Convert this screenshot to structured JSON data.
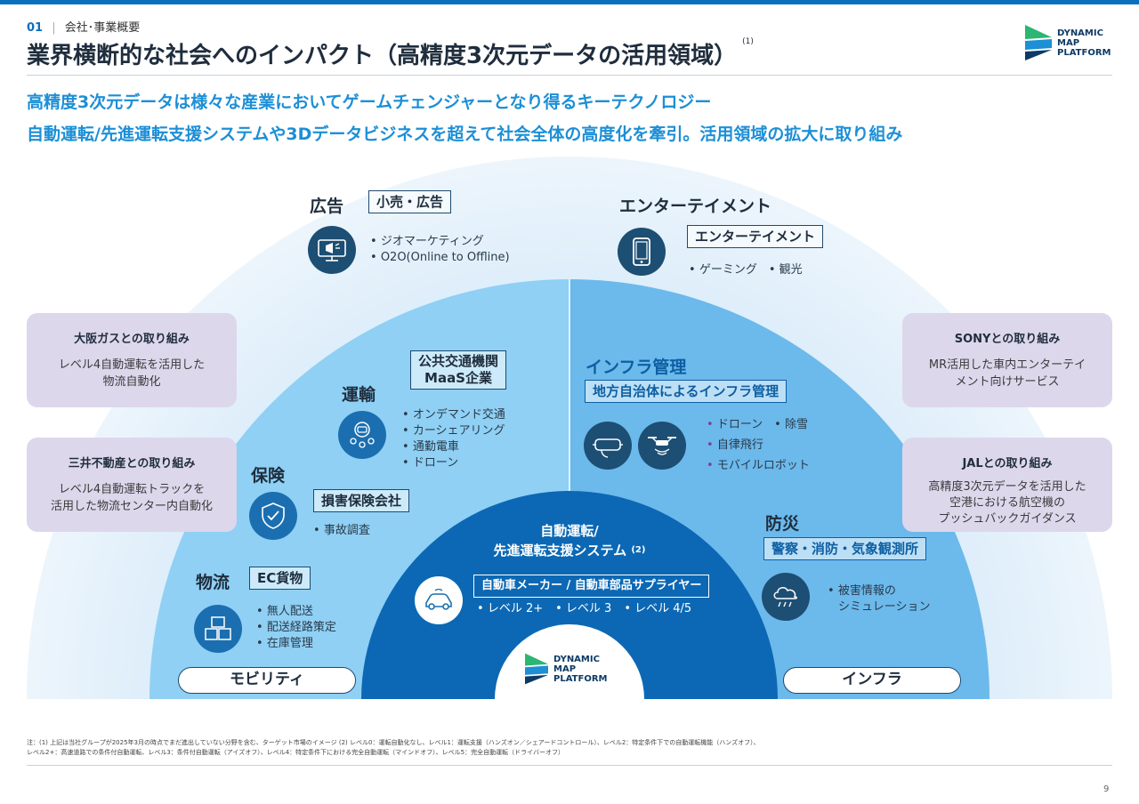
{
  "header": {
    "section_num": "01",
    "section_label": "会社･事業概要",
    "title": "業界横断的な社会へのインパクト（高精度3次元データの活用領域）",
    "title_note": "(1)"
  },
  "logo": {
    "line1": "DYNAMIC",
    "line2": "MAP",
    "line3": "PLATFORM"
  },
  "lead": {
    "line1": "高精度3次元データは様々な産業においてゲームチェンジャーとなり得るキーテクノロジー",
    "line2": "自動運転/先進運転支援システムや3Dデータビジネスを超えて社会全体の高度化を牽引。活用領域の拡大に取り組み"
  },
  "outer": {
    "ad": {
      "title": "広告",
      "box": "小売・広告",
      "items": [
        "ジオマーケティング",
        "O2O(Online to Offline)"
      ],
      "icon": "megaphone-icon"
    },
    "ent": {
      "title": "エンターテイメント",
      "box": "エンターテイメント",
      "items": [
        "ゲーミング　• 観光"
      ],
      "icon": "smartphone-icon"
    }
  },
  "mobility": {
    "transport": {
      "title": "運輸",
      "box_l1": "公共交通機関",
      "box_l2": "MaaS企業",
      "items": [
        "オンデマンド交通",
        "カーシェアリング",
        "通勤電車",
        "ドローン"
      ],
      "icon": "people-transport-icon"
    },
    "insurance": {
      "title": "保険",
      "box": "損害保険会社",
      "items": [
        "事故調査"
      ],
      "icon": "shield-check-icon"
    },
    "logistics": {
      "title": "物流",
      "box": "EC貨物",
      "items": [
        "無人配送",
        "配送経路策定",
        "在庫管理"
      ],
      "icon": "boxes-icon"
    },
    "pill": "モビリティ"
  },
  "infra": {
    "management": {
      "title": "インフラ管理",
      "box": "地方自治体によるインフラ管理",
      "items": [
        "ドローン　• 除雪",
        "自律飛行",
        "モバイルロボット"
      ],
      "icon1": "vr-headset-icon",
      "icon2": "drone-icon"
    },
    "disaster": {
      "title": "防災",
      "box": "警察・消防・気象観測所",
      "items": [
        "被害情報の",
        "シミュレーション"
      ],
      "icon": "storm-cloud-icon"
    },
    "pill": "インフラ"
  },
  "center": {
    "title_l1": "自動運転/",
    "title_l2": "先進運転支援システム",
    "title_note": "(2)",
    "box": "自動車メーカー / 自動車部品サプライヤー",
    "levels": [
      "レベル 2+",
      "レベル 3",
      "レベル 4/5"
    ],
    "icon": "car-icon"
  },
  "cards": {
    "osaka": {
      "title": "大阪ガスとの取り組み",
      "l1": "レベル4自動運転を活用した",
      "l2": "物流自動化"
    },
    "mitsui": {
      "title": "三井不動産との取り組み",
      "l1": "レベル4自動運転トラックを",
      "l2": "活用した物流センター内自動化"
    },
    "sony": {
      "title": "SONYとの取り組み",
      "l1": "MR活用した車内エンターテイ",
      "l2": "メント向けサービス"
    },
    "jal": {
      "title": "JALとの取り組み",
      "l1": "高精度3次元データを活用した",
      "l2": "空港における航空機の",
      "l3": "プッシュバックガイダンス"
    }
  },
  "footnote": {
    "line1": "注：(1) 上記は当社グループが2025年3月の時点でまだ進出していない分野を含む、ターゲット市場のイメージ (2) レベル0：運転自動化なし、レベル1：運転支援（ハンズオン／シェアードコントロール）、レベル2：特定条件下での自動運転機能（ハンズオフ）、",
    "line2": "レベル2+：高速道路での条件付自動運転、レベル3：条件付自動運転（アイズオフ）、レベル4：特定条件下における完全自動運転（マインドオフ）、レベル5：完全自動運転（ドライバーオフ）"
  },
  "page_number": "9",
  "colors": {
    "accent": "#1c8fd6",
    "navy": "#0d3a66",
    "mid_blue": "#0d5fa3",
    "card": "#ddd7ec"
  }
}
